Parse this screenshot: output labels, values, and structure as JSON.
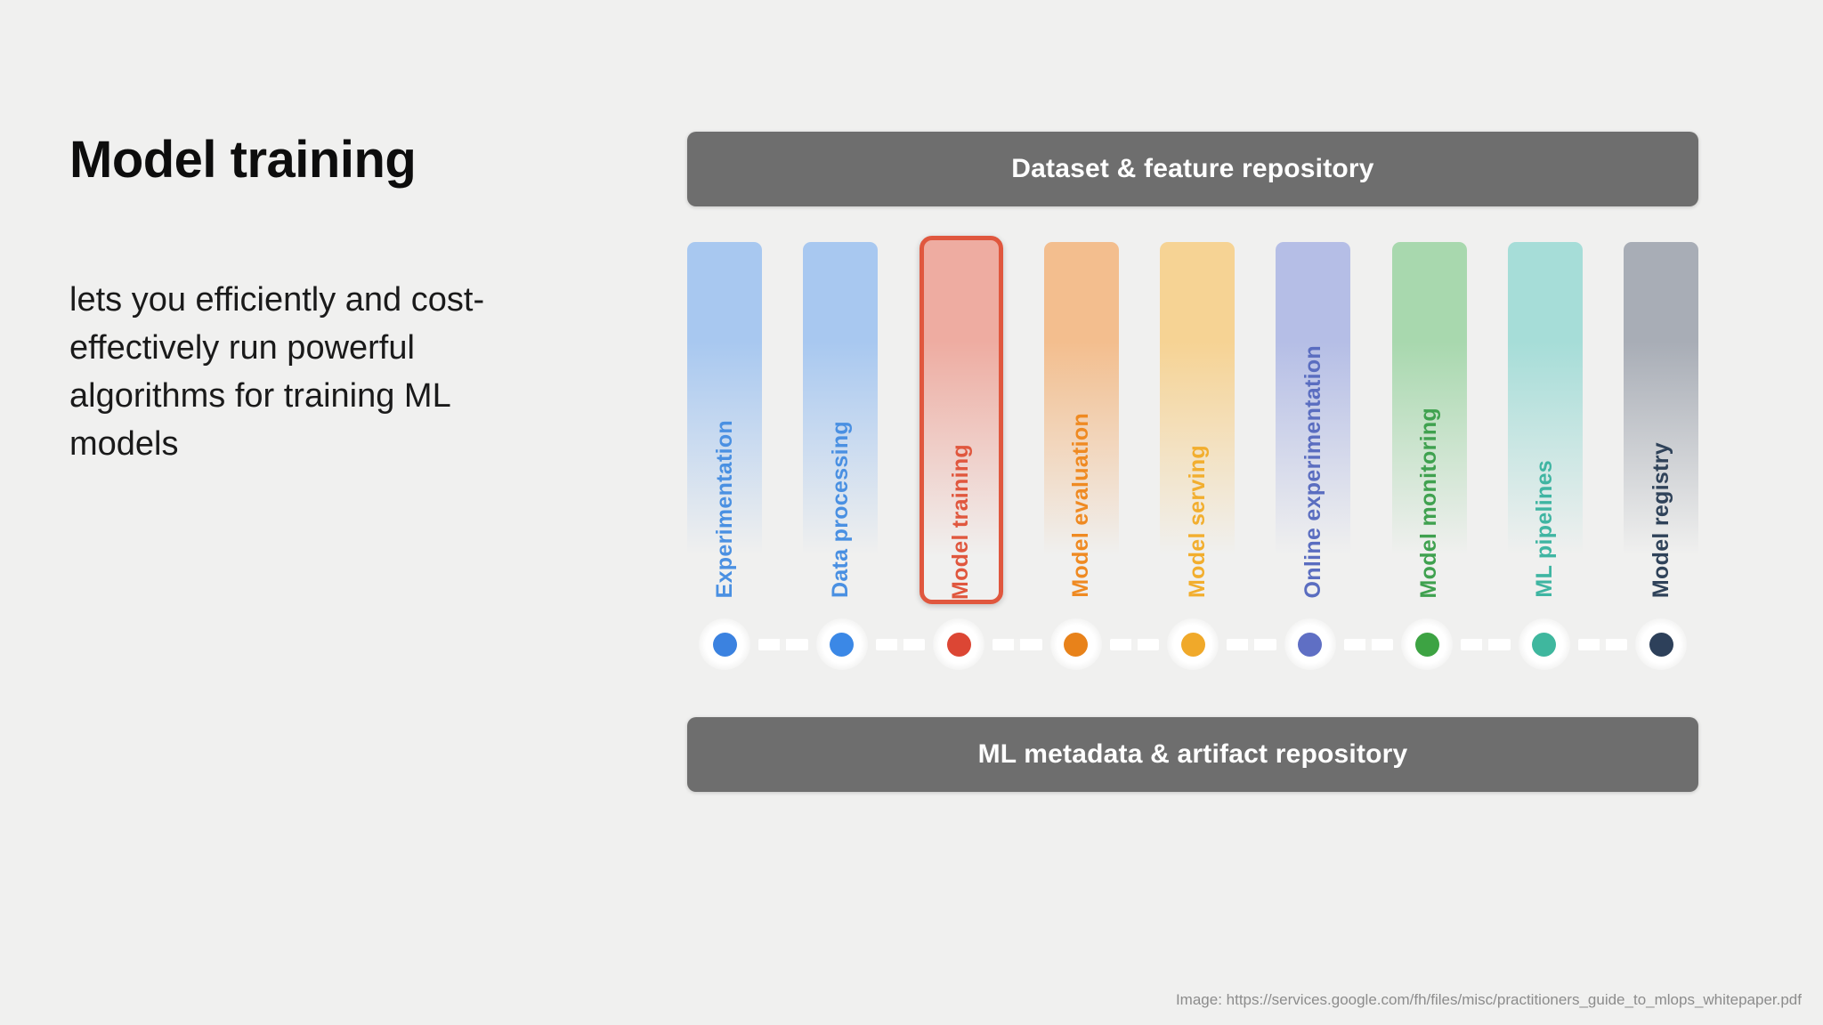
{
  "slide": {
    "title": "Model training",
    "body": "lets you efficiently and cost-effectively run powerful algorithms for training ML models",
    "background_color": "#f0f0ef"
  },
  "diagram": {
    "top_bar_label": "Dataset & feature repository",
    "bottom_bar_label": "ML metadata & artifact repository",
    "bar_color": "#6e6e6e",
    "highlight_border_color": "#e0573e",
    "columns": [
      {
        "label": "Experimentation",
        "text_color": "#4a90e2",
        "top_color": "#a8c8f0",
        "highlighted": false,
        "dot_color": "#3b82e0"
      },
      {
        "label": "Data processing",
        "text_color": "#4a90e2",
        "top_color": "#a8c8f0",
        "highlighted": false,
        "dot_color": "#3b88e6"
      },
      {
        "label": "Model training",
        "text_color": "#e0573e",
        "top_color": "#eeaca1",
        "highlighted": true,
        "dot_color": "#dc4634"
      },
      {
        "label": "Model evaluation",
        "text_color": "#ef8a22",
        "top_color": "#f3be8e",
        "highlighted": false,
        "dot_color": "#e8821a"
      },
      {
        "label": "Model serving",
        "text_color": "#f2ae2e",
        "top_color": "#f6d394",
        "highlighted": false,
        "dot_color": "#f0a92a"
      },
      {
        "label": "Online experimentation",
        "text_color": "#5a6dc0",
        "top_color": "#b5bee6",
        "highlighted": false,
        "dot_color": "#5f6fc4"
      },
      {
        "label": "Model monitoring",
        "text_color": "#3fa14f",
        "top_color": "#a8d8ae",
        "highlighted": false,
        "dot_color": "#3da343"
      },
      {
        "label": "ML pipelines",
        "text_color": "#3fb5a2",
        "top_color": "#a6ddd8",
        "highlighted": false,
        "dot_color": "#3fb79e"
      },
      {
        "label": "Model registry",
        "text_color": "#2f4259",
        "top_color": "#a8adb6",
        "highlighted": false,
        "dot_color": "#2d405a"
      }
    ]
  },
  "footer": {
    "credit": "Image: https://services.google.com/fh/files/misc/practitioners_guide_to_mlops_whitepaper.pdf"
  }
}
